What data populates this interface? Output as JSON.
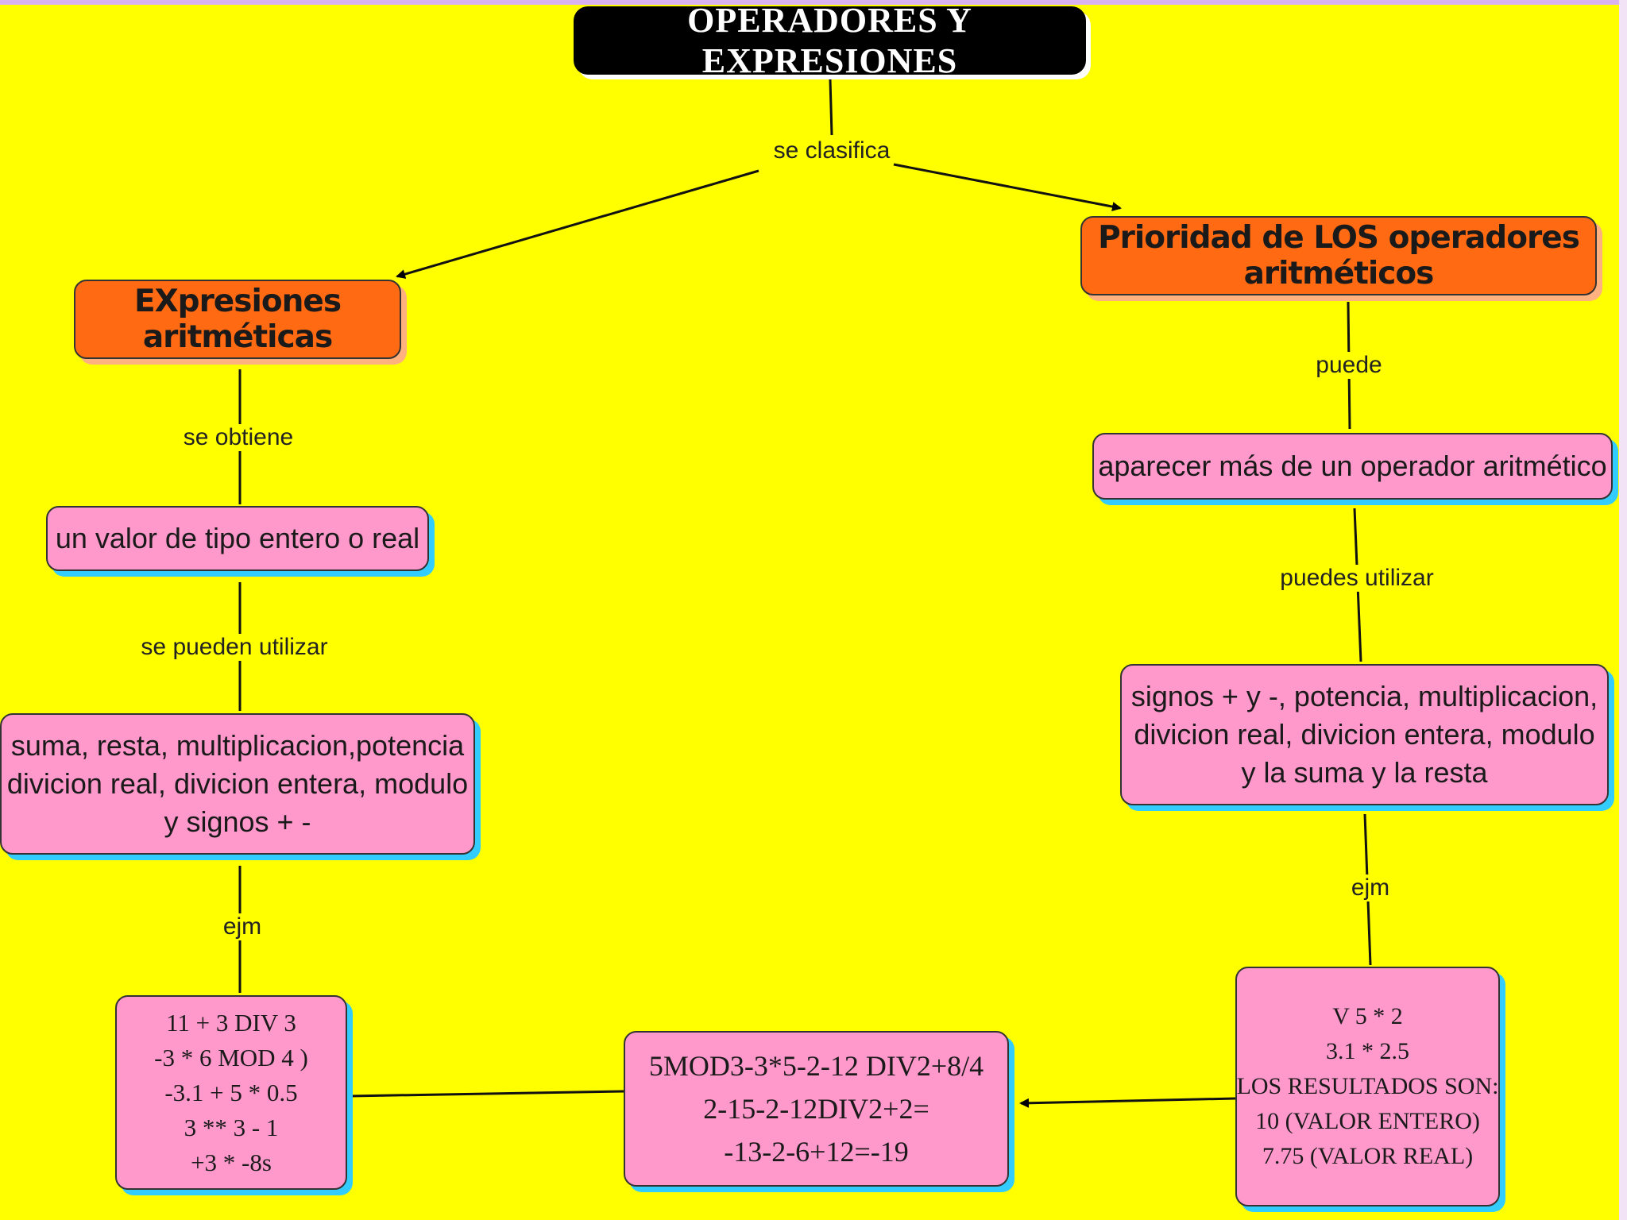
{
  "title": "OPERADORES Y EXPRESIONES",
  "nodes": {
    "expresiones": "EXpresiones aritméticas",
    "prioridad": "Prioridad de LOS operadores aritméticos",
    "valor": "un valor de tipo entero o real",
    "aparecer": "aparecer más de un operador aritmético",
    "suma_lines": [
      "suma, resta, multiplicacion,potencia",
      "divicion real, divicion entera, modulo",
      "y signos + -"
    ],
    "signos_lines": [
      "signos + y -, potencia, multiplicacion,",
      "divicion real, divicion entera, modulo",
      "y la suma y la resta"
    ],
    "ejemplo_izq_lines": [
      "11 + 3 DIV 3",
      "-3 * 6 MOD 4 )",
      "-3.1 + 5 * 0.5",
      "3 ** 3 - 1",
      "+3 * -8s"
    ],
    "ejemplo_centro_lines": [
      "5MOD3-3*5-2-12 DIV2+8/4",
      "2-15-2-12DIV2+2=",
      "-13-2-6+12=-19"
    ],
    "ejemplo_der_lines": [
      "V    5 * 2",
      "3.1 * 2.5",
      "LOS RESULTADOS SON:",
      "10 (VALOR ENTERO)",
      "7.75 (VALOR REAL)"
    ]
  },
  "links": {
    "se_clasifica": "se clasifica",
    "se_obtiene": "se  obtiene",
    "se_pueden_utilizar": "se pueden utilizar",
    "ejm_izq": "ejm",
    "puede": "puede",
    "puedes_utilizar": "puedes utilizar",
    "ejm_der": "ejm"
  },
  "colors": {
    "background": "#ffff00",
    "concept_orange": "#ff6a13",
    "concept_pink": "#ff99cc",
    "shadow_cyan": "#33ccff",
    "title_black": "#000000"
  }
}
